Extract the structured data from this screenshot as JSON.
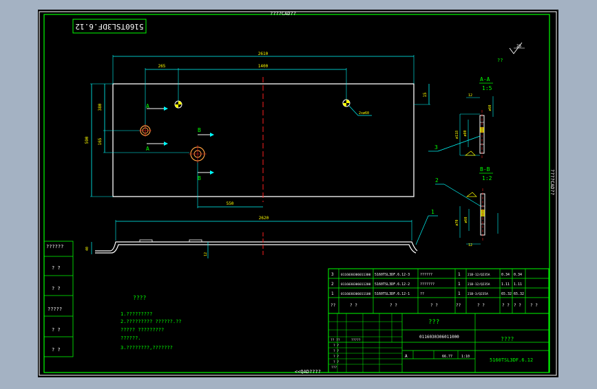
{
  "frame": {
    "top_label": "????CAD??",
    "bottom_label": "<<QAD????",
    "side_label": "????CAD??",
    "stamp": "5160TSL3DF.6.12"
  },
  "plan_view": {
    "dim_total_width": "2610",
    "dim_265": "265",
    "dim_1400": "1400",
    "dim_550": "550",
    "dim_380": "380",
    "dim_590": "590",
    "dim_165": "165",
    "dim_15": "15",
    "hole_note": "2xø60",
    "section_a_label": "A",
    "section_b_label": "B"
  },
  "side_view": {
    "dim_2620": "2620",
    "dim_left": "40",
    "dim_thickness": "12"
  },
  "section_aa": {
    "title": "A-A",
    "scale": "1:5",
    "dim_top": "12",
    "dim_outer": "ø118",
    "dim_inner": "ø80",
    "dim_right": "ø60",
    "callout": "3"
  },
  "section_bb": {
    "title": "B-B",
    "scale": "1:2",
    "dim_outer": "ø70",
    "dim_inner": "ø60",
    "dim_bottom": "12",
    "callout": "2"
  },
  "callouts": {
    "part_1": "1"
  },
  "roughness": {
    "value": "25",
    "symbol_note": "??"
  },
  "left_stack": [
    {
      "label": "??????"
    },
    {
      "label": "? ?"
    },
    {
      "label": "? ?"
    },
    {
      "label": "?????"
    },
    {
      "label": "? ?"
    },
    {
      "label": "? ?"
    }
  ],
  "notes": {
    "title": "????",
    "lines": [
      "1.?????????",
      "2.????????? ??????.??",
      "  ????? ?????????",
      "  ??????.",
      "3.????????,???????"
    ]
  },
  "parts_list": {
    "rows": [
      {
        "no": "3",
        "code": "0116030306011300",
        "name": "5160TSL3DF.6.12-3",
        "desc": "??????",
        "qty": "1",
        "material": "21B-12/Q235A",
        "w1": "0.34",
        "w2": "0.34"
      },
      {
        "no": "2",
        "code": "0116030306011200",
        "name": "5160TSL3DF.6.12-2",
        "desc": "???????",
        "qty": "1",
        "material": "21B-12/Q235A",
        "w1": "1.11",
        "w2": "1.11"
      },
      {
        "no": "1",
        "code": "0116030306011100",
        "name": "5160TSL3DF.6.12-1",
        "desc": "??",
        "qty": "1",
        "material": "21B-3/Q235A",
        "w1": "65.32",
        "w2": "65.32"
      }
    ],
    "header": [
      "??",
      "? ?",
      "? ?",
      "? ?",
      "??",
      "? ?",
      "? ?",
      "? ?",
      "? ?"
    ]
  },
  "title_block": {
    "name": "???",
    "code": "0116030306011000",
    "material_label": "????",
    "drawing_no": "5160TSL3DF.6.12",
    "stage": "A",
    "weight": "66.77",
    "scale": "1:10",
    "small_labels": [
      "?? ??",
      "?????",
      "? ?",
      "? ?",
      "? ?",
      "? ?",
      "???"
    ]
  }
}
